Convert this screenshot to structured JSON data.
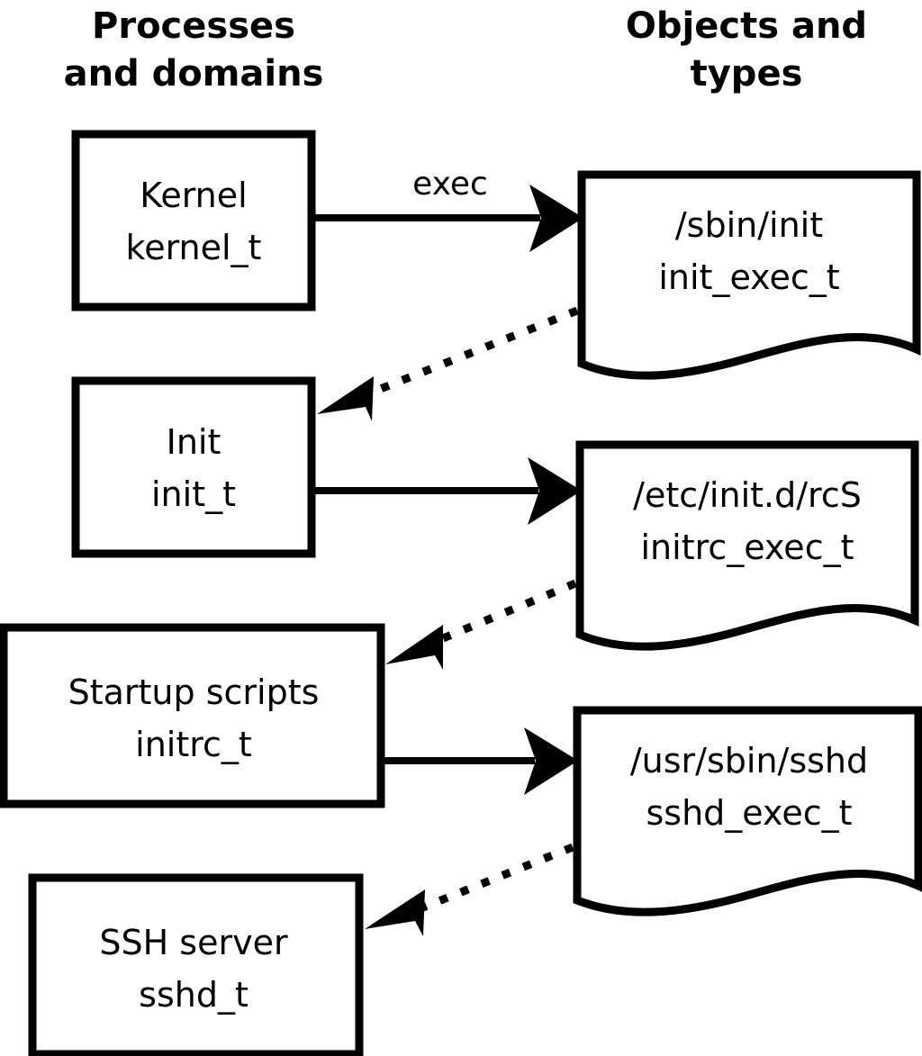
{
  "diagram": {
    "title_left": "Processes\nand domains",
    "columns": {
      "left": {
        "line1": "Processes",
        "line2": "and domains"
      },
      "right": {
        "line1": "Objects and",
        "line2": "types"
      }
    },
    "process_nodes": [
      {
        "id": "kernel",
        "line1": "Kernel",
        "line2": "kernel_t"
      },
      {
        "id": "init",
        "line1": "Init",
        "line2": "init_t"
      },
      {
        "id": "initrc",
        "line1": "Startup scripts",
        "line2": "initrc_t"
      },
      {
        "id": "sshd",
        "line1": "SSH server",
        "line2": "sshd_t"
      }
    ],
    "object_nodes": [
      {
        "id": "init_exec",
        "line1": "/sbin/init",
        "line2": "init_exec_t"
      },
      {
        "id": "initrc_exec",
        "line1": "/etc/init.d/rcS",
        "line2": "initrc_exec_t"
      },
      {
        "id": "sshd_exec",
        "line1": "/usr/sbin/sshd",
        "line2": "sshd_exec_t"
      }
    ],
    "edges": [
      {
        "id": "kernel-exec-init_exec",
        "label": "exec",
        "style": "solid",
        "from": "kernel",
        "to": "init_exec"
      },
      {
        "id": "init_exec-transition-init",
        "label": "",
        "style": "dotted",
        "from": "init_exec",
        "to": "init"
      },
      {
        "id": "init-exec-initrc_exec",
        "label": "",
        "style": "solid",
        "from": "init",
        "to": "initrc_exec"
      },
      {
        "id": "initrc_exec-transition-initrc",
        "label": "",
        "style": "dotted",
        "from": "initrc_exec",
        "to": "initrc"
      },
      {
        "id": "initrc-exec-sshd_exec",
        "label": "",
        "style": "solid",
        "from": "initrc",
        "to": "sshd_exec"
      },
      {
        "id": "sshd_exec-transition-sshd",
        "label": "",
        "style": "dotted",
        "from": "sshd_exec",
        "to": "sshd"
      }
    ],
    "colors": {
      "background": "#ffffff",
      "stroke": "#000000",
      "text": "#000000"
    }
  }
}
